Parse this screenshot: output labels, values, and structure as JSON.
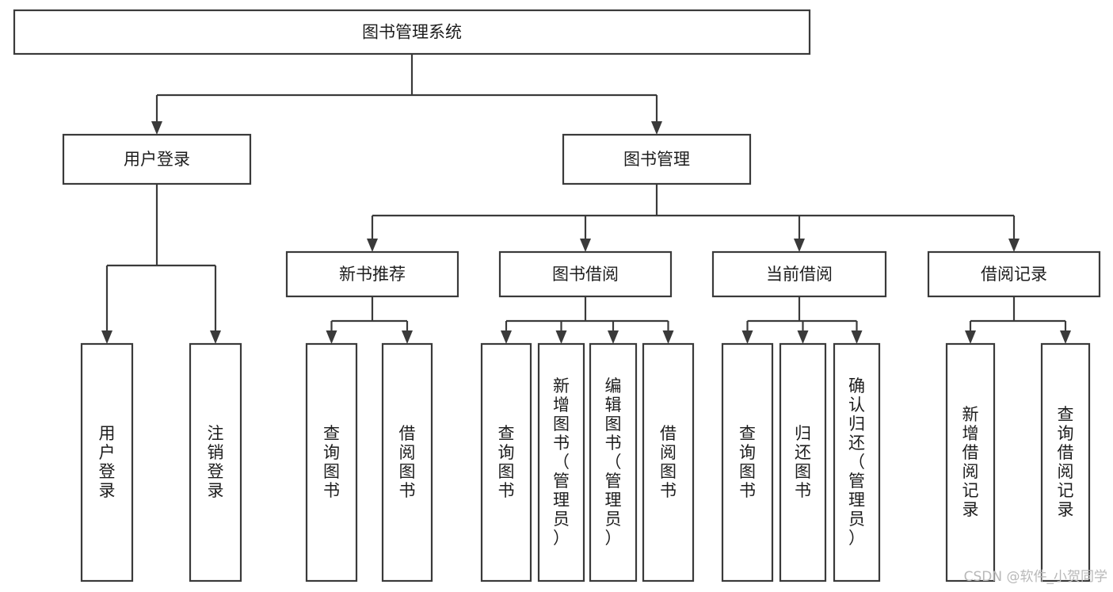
{
  "diagram": {
    "title": "图书管理系统",
    "type": "hierarchy-tree",
    "orientation": "top-down",
    "colors": {
      "box_fill": "#ffffff",
      "box_stroke": "#3a3a3a",
      "connector": "#3a3a3a",
      "text": "#1d1d1d",
      "background": "#ffffff",
      "watermark": "#b8b8b8"
    },
    "levels": [
      {
        "level": 1,
        "nodes": [
          {
            "id": "root",
            "label": "图书管理系统",
            "orientation": "horizontal"
          }
        ]
      },
      {
        "level": 2,
        "nodes": [
          {
            "id": "login",
            "label": "用户登录",
            "orientation": "horizontal",
            "parent": "root"
          },
          {
            "id": "bookmgmt",
            "label": "图书管理",
            "orientation": "horizontal",
            "parent": "root"
          }
        ]
      },
      {
        "level": 3,
        "nodes": [
          {
            "id": "newbook",
            "label": "新书推荐",
            "orientation": "horizontal",
            "parent": "bookmgmt"
          },
          {
            "id": "borrow",
            "label": "图书借阅",
            "orientation": "horizontal",
            "parent": "bookmgmt"
          },
          {
            "id": "current",
            "label": "当前借阅",
            "orientation": "horizontal",
            "parent": "bookmgmt"
          },
          {
            "id": "records",
            "label": "借阅记录",
            "orientation": "horizontal",
            "parent": "bookmgmt"
          }
        ]
      },
      {
        "level": 4,
        "nodes": [
          {
            "id": "leaf1",
            "label": "用户登录",
            "orientation": "vertical",
            "parent": "login"
          },
          {
            "id": "leaf2",
            "label": "注销登录",
            "orientation": "vertical",
            "parent": "login"
          },
          {
            "id": "leaf3",
            "label": "查询图书",
            "orientation": "vertical",
            "parent": "newbook"
          },
          {
            "id": "leaf4",
            "label": "借阅图书",
            "orientation": "vertical",
            "parent": "newbook"
          },
          {
            "id": "leaf5",
            "label": "查询图书",
            "orientation": "vertical",
            "parent": "borrow"
          },
          {
            "id": "leaf6",
            "label": "新增图书（管理员）",
            "orientation": "vertical",
            "parent": "borrow"
          },
          {
            "id": "leaf7",
            "label": "编辑图书（管理员）",
            "orientation": "vertical",
            "parent": "borrow"
          },
          {
            "id": "leaf8",
            "label": "借阅图书",
            "orientation": "vertical",
            "parent": "borrow"
          },
          {
            "id": "leaf9",
            "label": "查询图书",
            "orientation": "vertical",
            "parent": "current"
          },
          {
            "id": "leaf10",
            "label": "归还图书",
            "orientation": "vertical",
            "parent": "current"
          },
          {
            "id": "leaf11",
            "label": "确认归还（管理员）",
            "orientation": "vertical",
            "parent": "current"
          },
          {
            "id": "leaf12",
            "label": "新增借阅记录",
            "orientation": "vertical",
            "parent": "records"
          },
          {
            "id": "leaf13",
            "label": "查询借阅记录",
            "orientation": "vertical",
            "parent": "records"
          }
        ]
      }
    ]
  },
  "watermark": {
    "text": "CSDN @软件_小贺同学"
  }
}
